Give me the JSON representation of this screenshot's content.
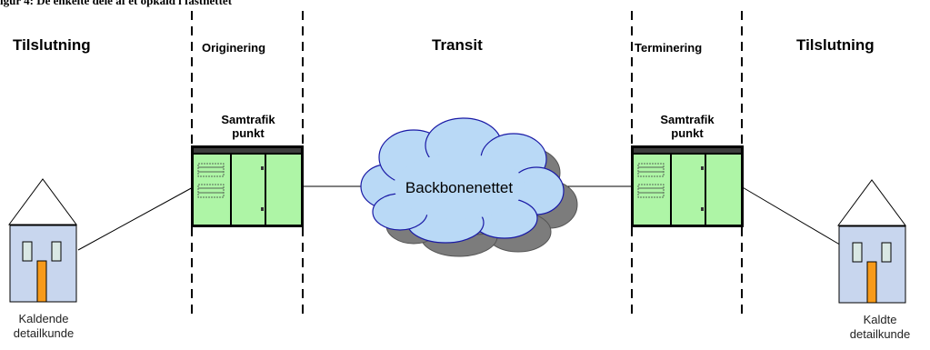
{
  "figure": {
    "caption": "igur 4: De enkelte dele af et opkald i fastnettet"
  },
  "zones": {
    "left_access": "Tilslutning",
    "origination": "Originering",
    "transit": "Transit",
    "termination": "Terminering",
    "right_access": "Tilslutning"
  },
  "interconnect_left": {
    "line1": "Samtrafik",
    "line2": "punkt"
  },
  "interconnect_right": {
    "line1": "Samtrafik",
    "line2": "punkt"
  },
  "backbone": {
    "label": "Backbonenettet"
  },
  "calling_customer": {
    "line1": "Kaldende",
    "line2": "detailkunde"
  },
  "called_customer": {
    "line1": "Kaldte",
    "line2": "detailkunde"
  },
  "colors": {
    "switch_fill": "#aef5a6",
    "cloud_fill": "#b9d9f6",
    "cloud_shadow": "#7c7c7c",
    "house_wall": "#c8d6ee",
    "house_door": "#f79a1a"
  }
}
